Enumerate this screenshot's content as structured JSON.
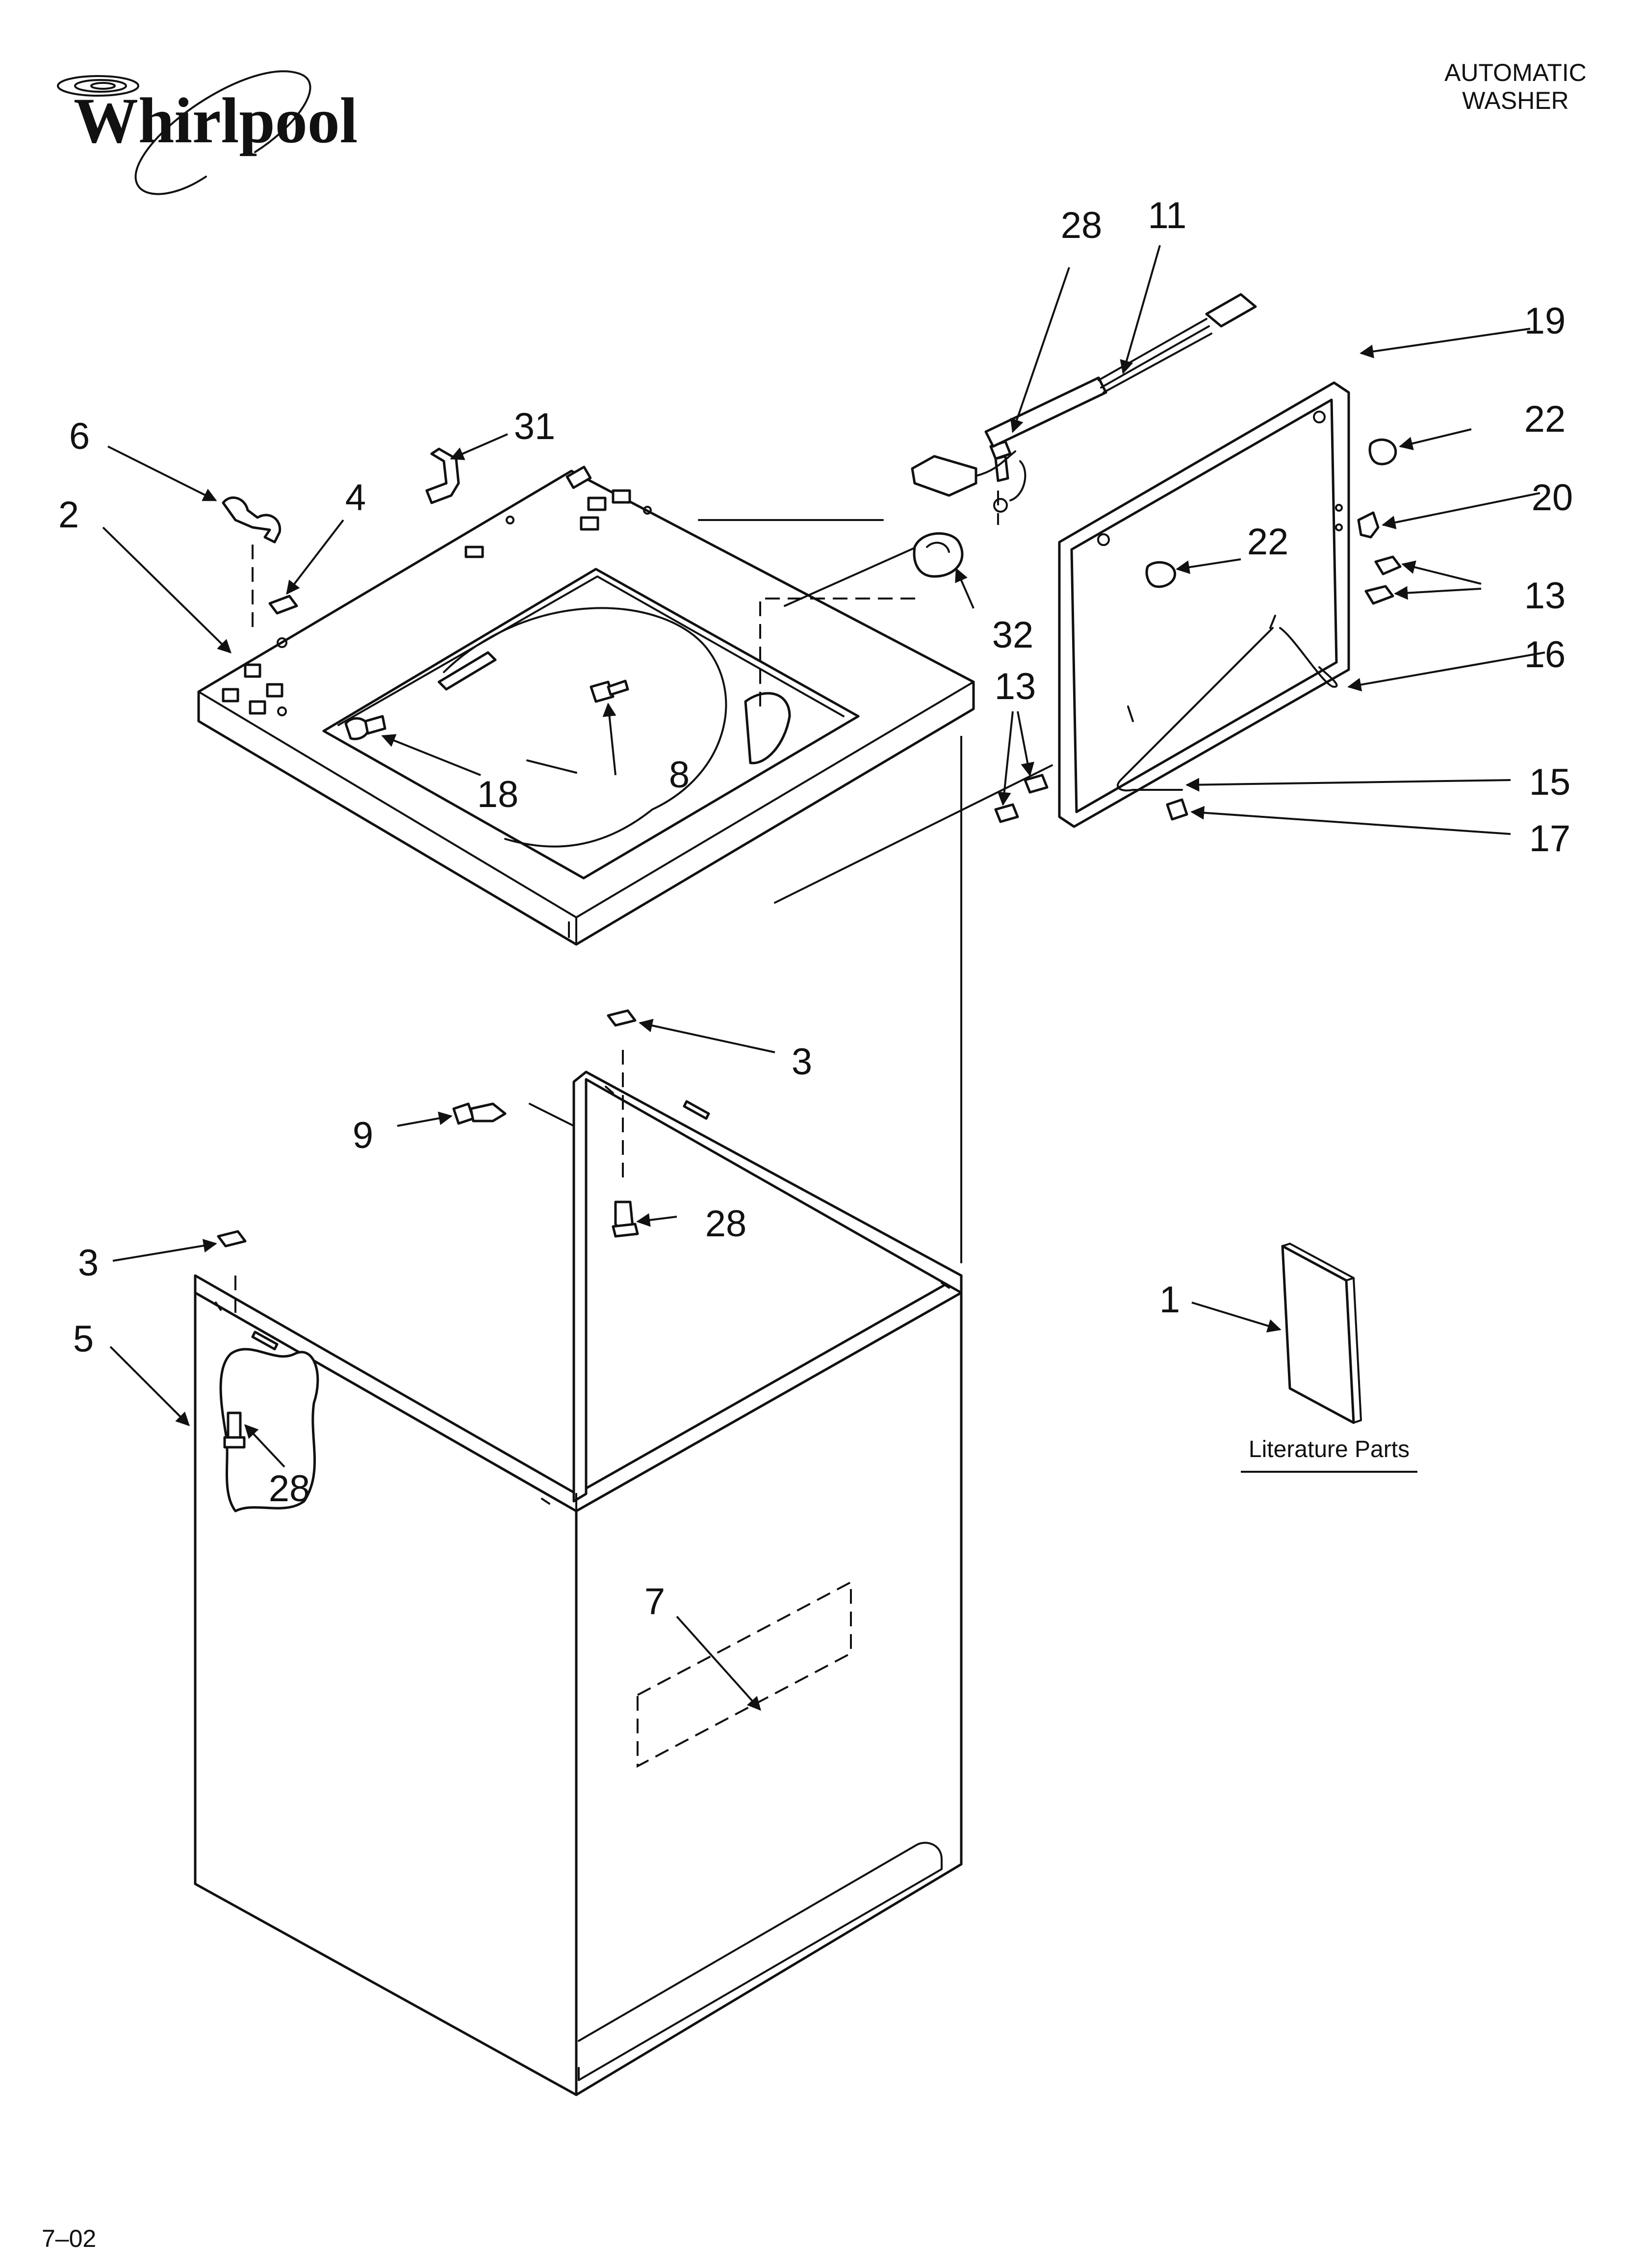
{
  "header": {
    "brand": "Whirlpool",
    "line1": "AUTOMATIC",
    "line2": "WASHER"
  },
  "footer": {
    "code": "7–02"
  },
  "literature_label": "Literature Parts",
  "callouts": {
    "c1": "1",
    "c2": "2",
    "c3a": "3",
    "c3b": "3",
    "c4": "4",
    "c5": "5",
    "c6": "6",
    "c7": "7",
    "c8": "8",
    "c9": "9",
    "c11": "11",
    "c13a": "13",
    "c13b": "13",
    "c15": "15",
    "c16": "16",
    "c17": "17",
    "c18": "18",
    "c19": "19",
    "c20": "20",
    "c22a": "22",
    "c22b": "22",
    "c28a": "28",
    "c28b": "28",
    "c28c": "28",
    "c31": "31",
    "c32": "32"
  }
}
